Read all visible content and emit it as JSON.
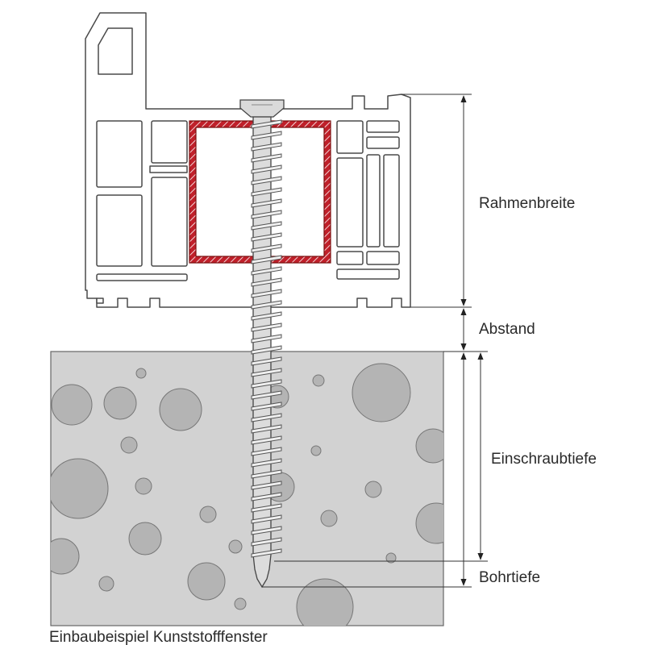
{
  "labels": {
    "frame_width": "Rahmenbreite",
    "gap": "Abstand",
    "screw_depth": "Einschraubtiefe",
    "drill_depth": "Bohrtiefe"
  },
  "caption": "Einbaubeispiel Kunststofffenster",
  "colors": {
    "profile_fill": "#ffffff",
    "profile_stroke": "#4a4a4a",
    "reinforcement": "#c0202a",
    "concrete": "#d2d2d2",
    "aggregate": "#b4b4b4",
    "screw": "#d9d9d9",
    "dimension_line": "#333333"
  }
}
